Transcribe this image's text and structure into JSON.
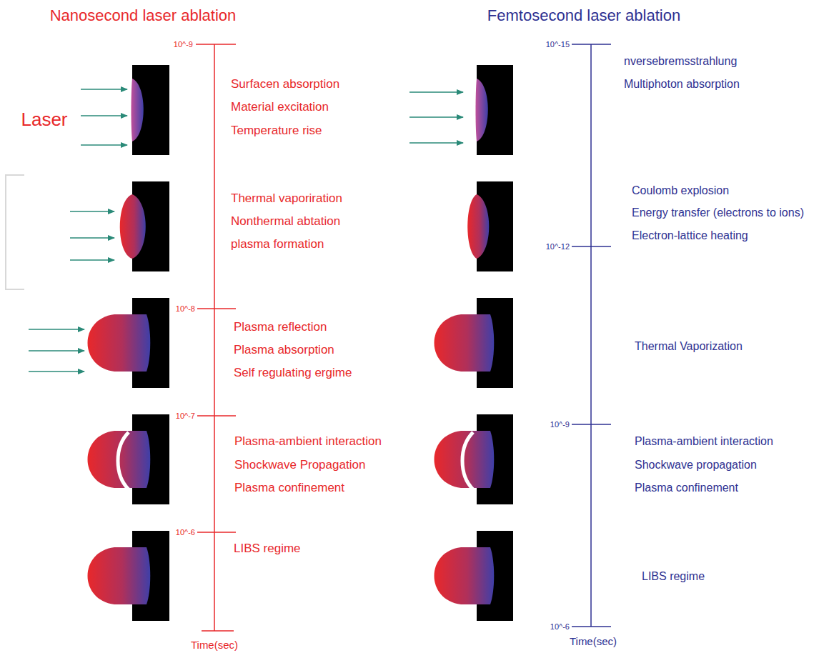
{
  "diagram": {
    "labels": [
      "Nanosecond laser ablation",
      "Femtosecond laser ablation",
      "Laser",
      "10^-9",
      "Surfacen absorption",
      "Material excitation",
      "Temperature rise",
      "Thermal vaporiration",
      "Nonthermal abtation",
      "plasma formation",
      "10^-8",
      "Plasma reflection",
      "Plasma absorption",
      "Self regulating ergime",
      "10^-7",
      "Plasma-ambient interaction",
      "Shockwave Propagation",
      "Plasma confinement",
      "10^-6",
      "LIBS regime",
      "Time(sec)",
      "10^-15",
      "nversebremsstrahlung",
      "Multiphoton absorption",
      "Coulomb explosion",
      "Energy transfer (electrons to ions)",
      "Electron-lattice heating",
      "10^-12",
      "Thermal Vaporization",
      "10^-9",
      "Plasma-ambient interaction",
      "Shockwave propagation",
      "Plasma confinement",
      "10^-6",
      "LIBS regime",
      "Time(sec)"
    ]
  }
}
